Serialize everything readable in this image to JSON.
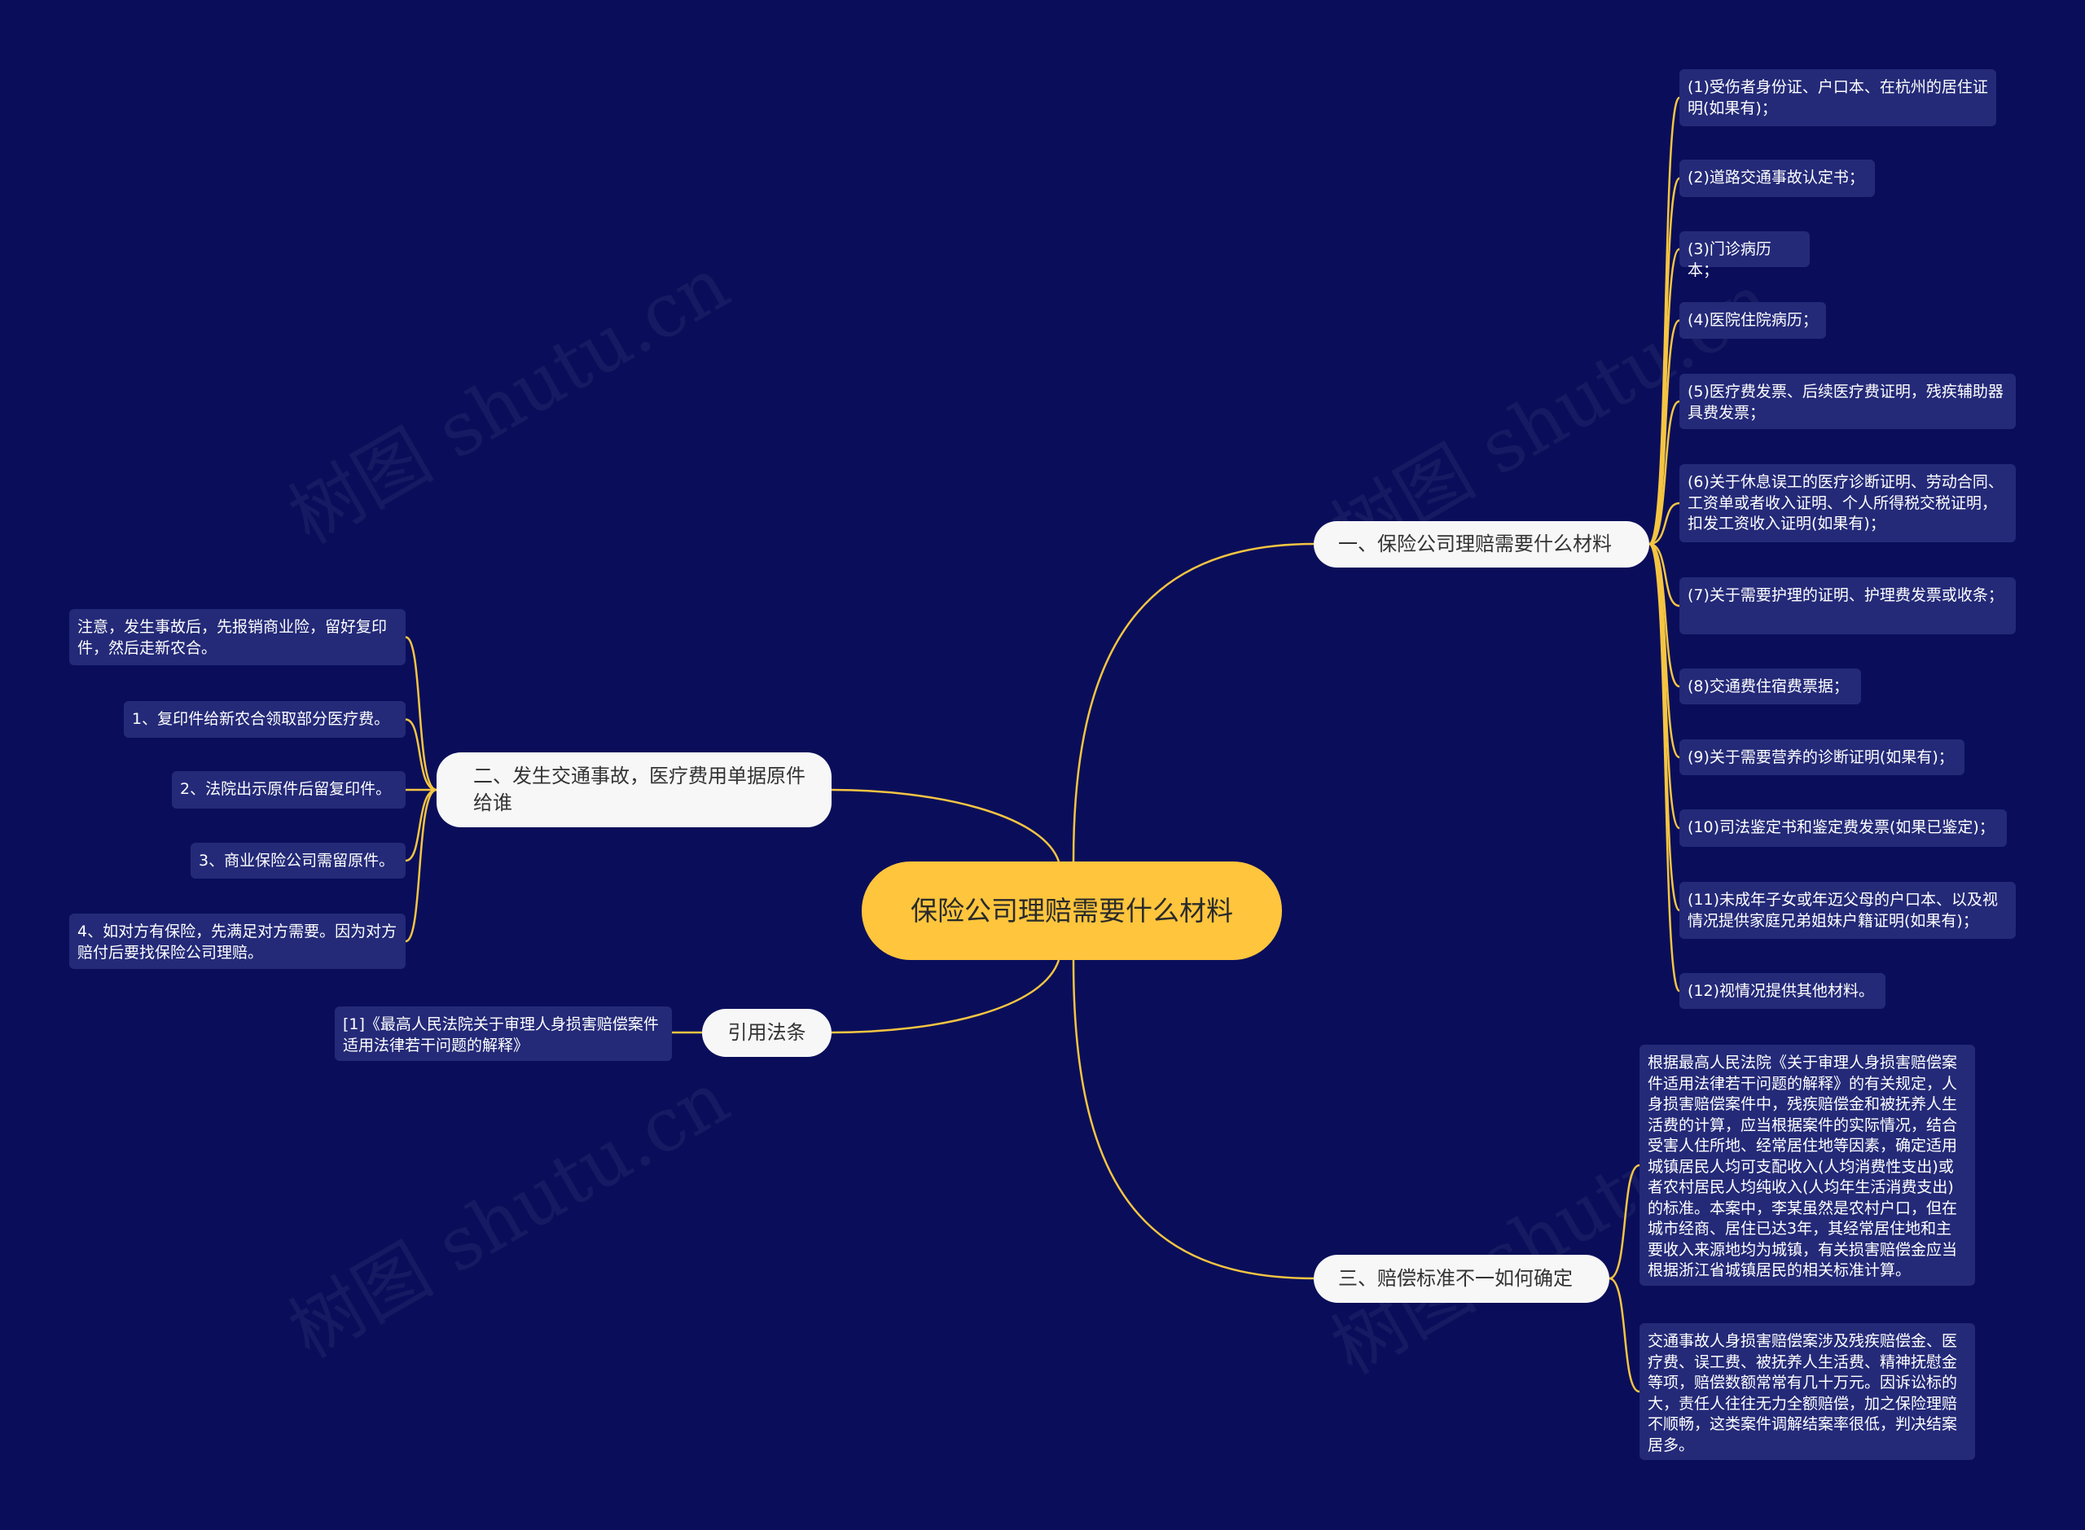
{
  "watermark": "树图 shutu.cn",
  "center": "保险公司理赔需要什么材料",
  "branches": {
    "b1": "一、保险公司理赔需要什么材料",
    "b2": "二、发生交通事故，医疗费用单据原件给谁",
    "b3": "引用法条",
    "b4": "三、赔偿标准不一如何确定"
  },
  "b1_leaves": [
    "(1)受伤者身份证、户口本、在杭州的居住证明(如果有)；",
    "(2)道路交通事故认定书；",
    "(3)门诊病历本；",
    "(4)医院住院病历；",
    "(5)医疗费发票、后续医疗费证明，残疾辅助器具费发票；",
    "(6)关于休息误工的医疗诊断证明、劳动合同、工资单或者收入证明、个人所得税交税证明，扣发工资收入证明(如果有)；",
    "(7)关于需要护理的证明、护理费发票或收条；",
    "(8)交通费住宿费票据；",
    "(9)关于需要营养的诊断证明(如果有)；",
    "(10)司法鉴定书和鉴定费发票(如果已鉴定)；",
    "(11)未成年子女或年迈父母的户口本、以及视情况提供家庭兄弟姐妹户籍证明(如果有)；",
    "(12)视情况提供其他材料。"
  ],
  "b2_leaves": [
    "注意，发生事故后，先报销商业险，留好复印件，然后走新农合。",
    "1、复印件给新农合领取部分医疗费。",
    "2、法院出示原件后留复印件。",
    "3、商业保险公司需留原件。",
    "4、如对方有保险，先满足对方需要。因为对方赔付后要找保险公司理赔。"
  ],
  "b3_leaves": [
    "[1]《最高人民法院关于审理人身损害赔偿案件适用法律若干问题的解释》"
  ],
  "b4_leaves": [
    "根据最高人民法院《关于审理人身损害赔偿案件适用法律若干问题的解释》的有关规定，人身损害赔偿案件中，残疾赔偿金和被抚养人生活费的计算，应当根据案件的实际情况，结合受害人住所地、经常居住地等因素，确定适用城镇居民人均可支配收入(人均消费性支出)或者农村居民人均纯收入(人均年生活消费支出)的标准。本案中，李某虽然是农村户口，但在城市经商、居住已达3年，其经常居住地和主要收入来源地均为城镇，有关损害赔偿金应当根据浙江省城镇居民的相关标准计算。",
    "交通事故人身损害赔偿案涉及残疾赔偿金、医疗费、误工费、被抚养人生活费、精神抚慰金等项，赔偿数额常常有几十万元。因诉讼标的大，责任人往往无力全额赔偿，加之保险理赔不顺畅，这类案件调解结案率很低，判决结案居多。"
  ],
  "colors": {
    "background": "#0a0e5a",
    "center": "#ffc53d",
    "line": "#f5c542",
    "leaf": "#242a78"
  }
}
